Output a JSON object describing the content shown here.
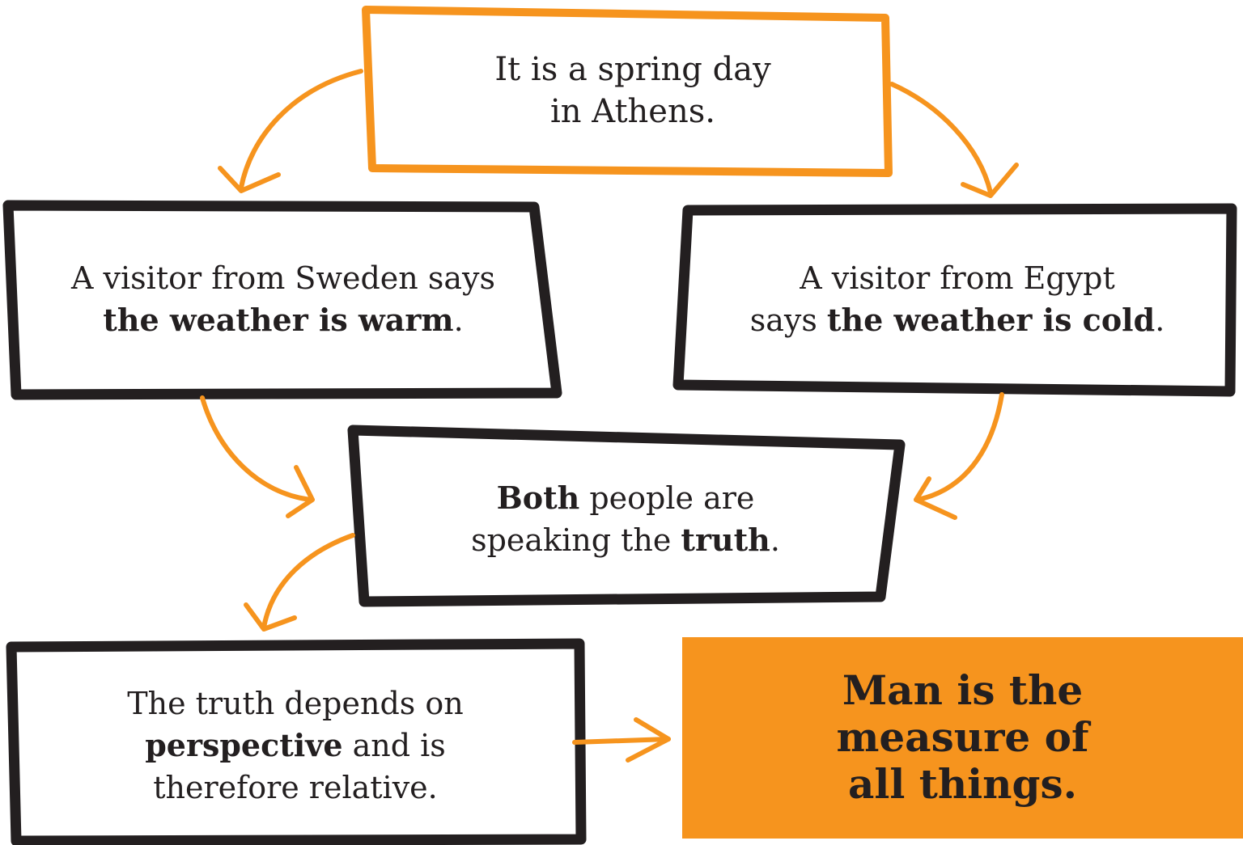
{
  "colors": {
    "orange": "#f6941e",
    "black": "#231f20"
  },
  "boxes": {
    "athens": {
      "line1": "It is a spring day",
      "line2": "in Athens."
    },
    "sweden": {
      "line1": "A visitor from Sweden says",
      "line2_bold": "the weather is warm",
      "line2_end": "."
    },
    "egypt": {
      "line1": "A visitor from Egypt",
      "line2_start": "says ",
      "line2_bold": "the weather is cold",
      "line2_end": "."
    },
    "both": {
      "line1_bold": "Both",
      "line1_rest": " people are",
      "line2_start": "speaking the ",
      "line2_bold": "truth",
      "line2_end": "."
    },
    "relative": {
      "line1": "The truth depends on",
      "line2_bold": "perspective",
      "line2_rest": " and is",
      "line3": "therefore relative."
    },
    "conclusion": {
      "line1": "Man is the",
      "line2": "measure of",
      "line3": "all things."
    }
  }
}
